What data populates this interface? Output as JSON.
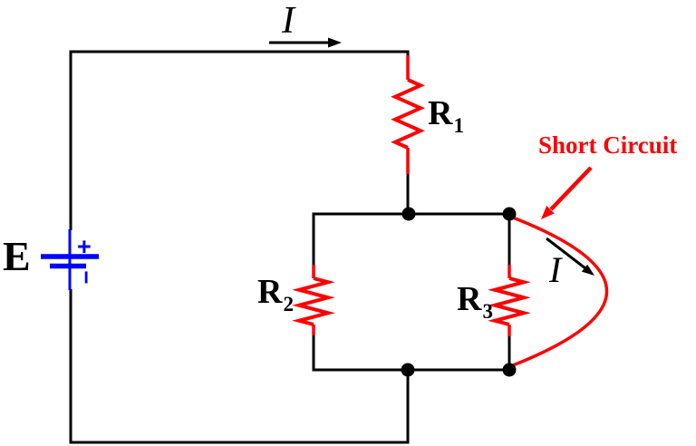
{
  "figure": {
    "type": "circuit-diagram",
    "annotation": "Short Circuit",
    "source_label": "E",
    "current_top_label": "I",
    "short_current_label": "I",
    "resistors": [
      {
        "base": "R",
        "sub": "1"
      },
      {
        "base": "R",
        "sub": "2"
      },
      {
        "base": "R",
        "sub": "3"
      }
    ],
    "battery": {
      "plus_sign": "+",
      "minus_sign": "−"
    },
    "colors": {
      "wire": "#000000",
      "highlight_red": "#ff0000",
      "battery_blue": "#0000fe",
      "background": "#ffffff"
    }
  }
}
